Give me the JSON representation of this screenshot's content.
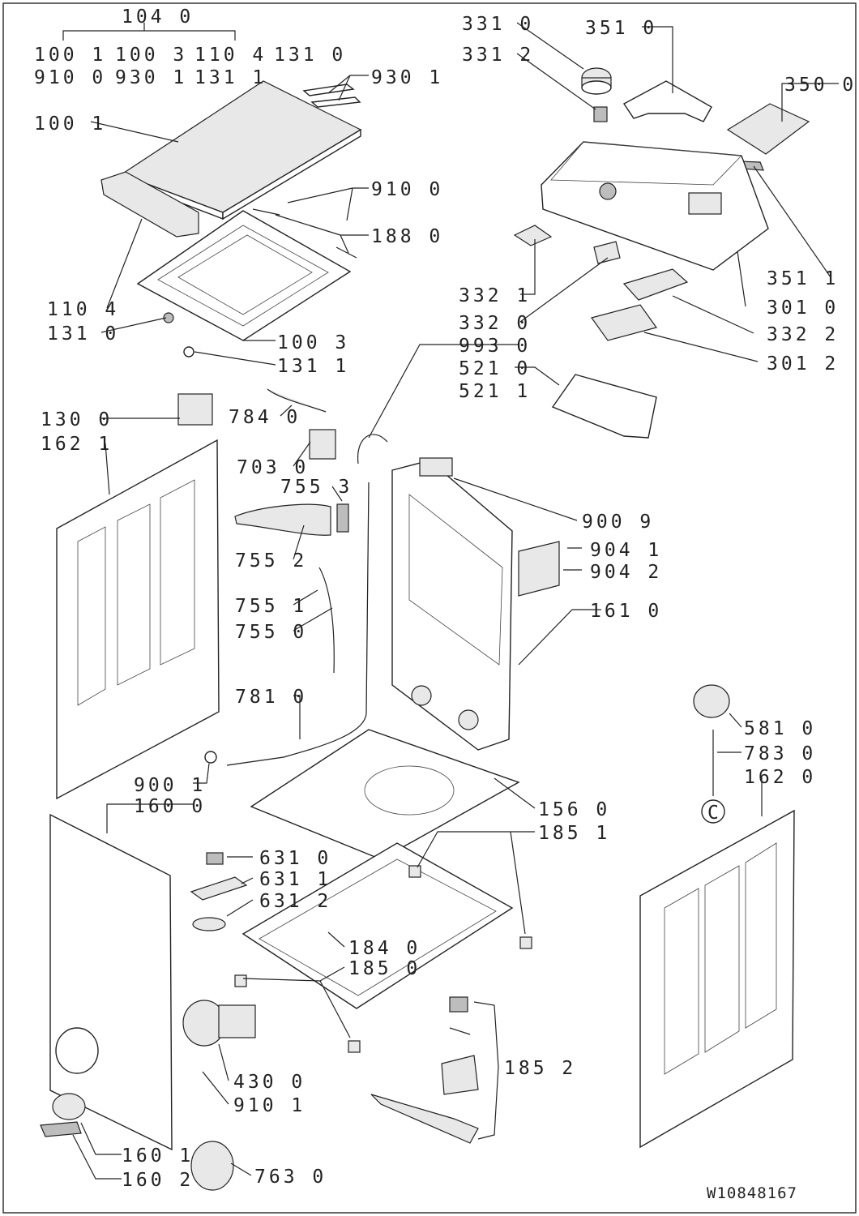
{
  "document_number": "W10848167",
  "callouts": [
    {
      "id": "c1040",
      "text": "104 0"
    },
    {
      "id": "c1001a",
      "text": "100 1"
    },
    {
      "id": "c1003a",
      "text": "100 3"
    },
    {
      "id": "c1104a",
      "text": "110 4"
    },
    {
      "id": "c1310a",
      "text": "131 0"
    },
    {
      "id": "c9100a",
      "text": "910 0"
    },
    {
      "id": "c9301a",
      "text": "930 1"
    },
    {
      "id": "c1311a",
      "text": "131 1"
    },
    {
      "id": "c9301",
      "text": "930 1"
    },
    {
      "id": "c1001",
      "text": "100 1"
    },
    {
      "id": "c9100",
      "text": "910 0"
    },
    {
      "id": "c1880",
      "text": "188 0"
    },
    {
      "id": "c1104",
      "text": "110 4"
    },
    {
      "id": "c1310",
      "text": "131 0"
    },
    {
      "id": "c1003",
      "text": "100 3"
    },
    {
      "id": "c1311",
      "text": "131 1"
    },
    {
      "id": "c3310",
      "text": "331 0"
    },
    {
      "id": "c3312",
      "text": "331 2"
    },
    {
      "id": "c3510",
      "text": "351 0"
    },
    {
      "id": "c3500",
      "text": "350 0"
    },
    {
      "id": "c3511",
      "text": "351 1"
    },
    {
      "id": "c3010",
      "text": "301 0"
    },
    {
      "id": "c3321",
      "text": "332 1"
    },
    {
      "id": "c3320",
      "text": "332 0"
    },
    {
      "id": "c3322",
      "text": "332 2"
    },
    {
      "id": "c3012",
      "text": "301 2"
    },
    {
      "id": "c9930",
      "text": "993 0"
    },
    {
      "id": "c5210",
      "text": "521 0"
    },
    {
      "id": "c5211",
      "text": "521 1"
    },
    {
      "id": "c1300",
      "text": "130 0"
    },
    {
      "id": "c1621",
      "text": "162 1"
    },
    {
      "id": "c7840",
      "text": "784 0"
    },
    {
      "id": "c7030",
      "text": "703 0"
    },
    {
      "id": "c7553",
      "text": "755 3"
    },
    {
      "id": "c7552",
      "text": "755 2"
    },
    {
      "id": "c7551",
      "text": "755 1"
    },
    {
      "id": "c7550",
      "text": "755 0"
    },
    {
      "id": "c9009",
      "text": "900 9"
    },
    {
      "id": "c9041",
      "text": "904 1"
    },
    {
      "id": "c9042",
      "text": "904 2"
    },
    {
      "id": "c1610",
      "text": "161 0"
    },
    {
      "id": "c7810",
      "text": "781 0"
    },
    {
      "id": "c9001",
      "text": "900 1"
    },
    {
      "id": "c1600",
      "text": "160 0"
    },
    {
      "id": "c1560",
      "text": "156 0"
    },
    {
      "id": "c5810",
      "text": "581 0"
    },
    {
      "id": "c7830",
      "text": "783 0"
    },
    {
      "id": "c1620",
      "text": "162 0"
    },
    {
      "id": "c1851",
      "text": "185 1"
    },
    {
      "id": "c6310",
      "text": "631 0"
    },
    {
      "id": "c6311",
      "text": "631 1"
    },
    {
      "id": "c6312",
      "text": "631 2"
    },
    {
      "id": "c1840",
      "text": "184 0"
    },
    {
      "id": "c1850",
      "text": "185 0"
    },
    {
      "id": "c1852",
      "text": "185 2"
    },
    {
      "id": "c4300",
      "text": "430 0"
    },
    {
      "id": "c9101",
      "text": "910 1"
    },
    {
      "id": "c1601",
      "text": "160 1"
    },
    {
      "id": "c1602",
      "text": "160 2"
    },
    {
      "id": "c7630",
      "text": "763 0"
    }
  ],
  "symbols": {
    "c_mark": "C"
  }
}
